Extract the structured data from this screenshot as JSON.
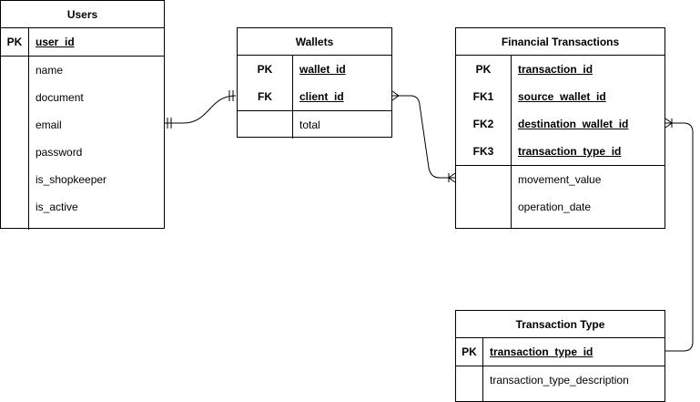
{
  "entities": {
    "users": {
      "title": "Users",
      "keys": [
        {
          "key": "PK",
          "attr": "user_id"
        }
      ],
      "attributes": [
        "name",
        "document",
        "email",
        "password",
        "is_shopkeeper",
        "is_active"
      ]
    },
    "wallets": {
      "title": "Wallets",
      "keys": [
        {
          "key": "PK",
          "attr": "wallet_id"
        },
        {
          "key": "FK",
          "attr": "client_id"
        }
      ],
      "attributes": [
        "total"
      ]
    },
    "financial_transactions": {
      "title": "Financial Transactions",
      "keys": [
        {
          "key": "PK",
          "attr": "transaction_id"
        },
        {
          "key": "FK1",
          "attr": "source_wallet_id"
        },
        {
          "key": "FK2",
          "attr": "destination_wallet_id"
        },
        {
          "key": "FK3",
          "attr": "transaction_type_id"
        }
      ],
      "attributes": [
        "movement_value",
        "operation_date"
      ]
    },
    "transaction_type": {
      "title": "Transaction Type",
      "keys": [
        {
          "key": "PK",
          "attr": "transaction_type_id"
        }
      ],
      "attributes": [
        "transaction_type_description"
      ]
    }
  }
}
